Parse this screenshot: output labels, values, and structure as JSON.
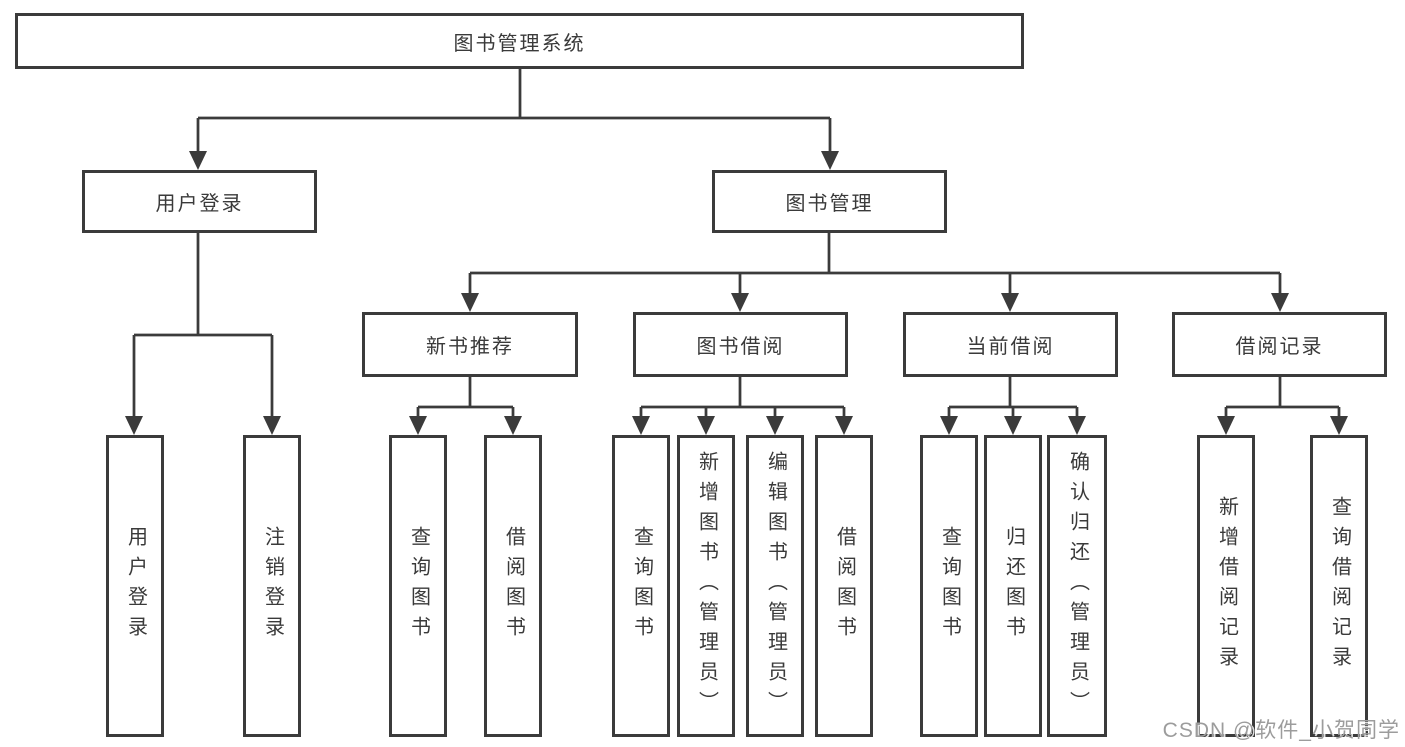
{
  "diagram": {
    "type": "hierarchy-tree",
    "root": {
      "label": "图书管理系统"
    },
    "level2": [
      {
        "label": "用户登录",
        "parent": "图书管理系统"
      },
      {
        "label": "图书管理",
        "parent": "图书管理系统"
      }
    ],
    "level3": [
      {
        "label": "新书推荐",
        "parent": "图书管理"
      },
      {
        "label": "图书借阅",
        "parent": "图书管理"
      },
      {
        "label": "当前借阅",
        "parent": "图书管理"
      },
      {
        "label": "借阅记录",
        "parent": "图书管理"
      }
    ],
    "leaves": [
      {
        "label": "用户登录",
        "parent": "用户登录"
      },
      {
        "label": "注销登录",
        "parent": "用户登录"
      },
      {
        "label": "查询图书",
        "parent": "新书推荐"
      },
      {
        "label": "借阅图书",
        "parent": "新书推荐"
      },
      {
        "label": "查询图书",
        "parent": "图书借阅"
      },
      {
        "label": "新增图书（管理员）",
        "parent": "图书借阅"
      },
      {
        "label": "编辑图书（管理员）",
        "parent": "图书借阅"
      },
      {
        "label": "借阅图书",
        "parent": "图书借阅"
      },
      {
        "label": "查询图书",
        "parent": "当前借阅"
      },
      {
        "label": "归还图书",
        "parent": "当前借阅"
      },
      {
        "label": "确认归还（管理员）",
        "parent": "当前借阅"
      },
      {
        "label": "新增借阅记录",
        "parent": "借阅记录"
      },
      {
        "label": "查询借阅记录",
        "parent": "借阅记录"
      }
    ],
    "colors": {
      "line": "#3b3b3b",
      "text": "#3a3a3a",
      "background": "#ffffff",
      "watermark": "#9c9c9c"
    }
  },
  "watermark": {
    "text": "CSDN @软件_小贺同学"
  }
}
